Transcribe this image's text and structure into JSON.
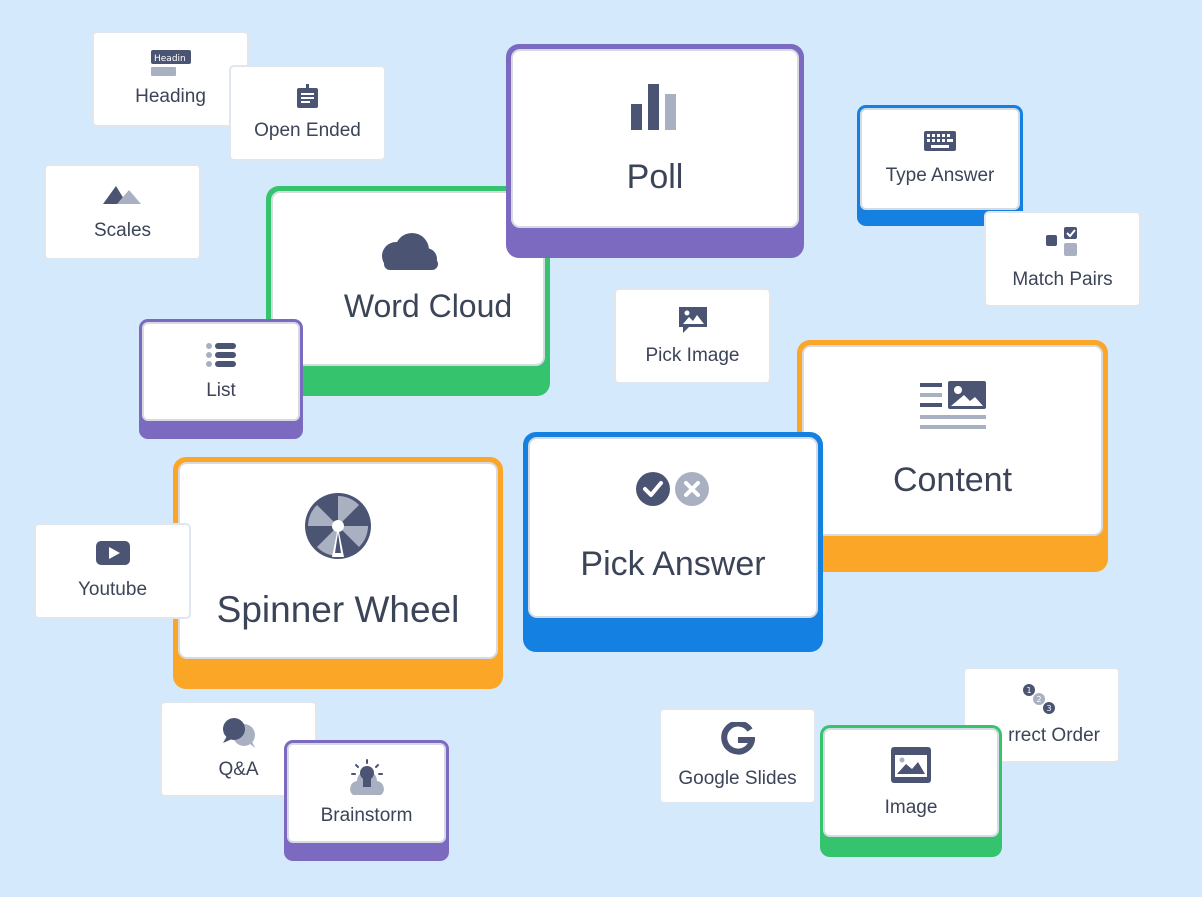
{
  "tiles": {
    "heading": "Heading",
    "heading_icon_text": "Headin",
    "open_ended": "Open Ended",
    "scales": "Scales",
    "word_cloud": "Word Cloud",
    "poll": "Poll",
    "type_answer": "Type Answer",
    "match_pairs": "Match Pairs",
    "list": "List",
    "pick_image": "Pick Image",
    "content": "Content",
    "pick_answer": "Pick Answer",
    "spinner_wheel": "Spinner Wheel",
    "youtube": "Youtube",
    "qa": "Q&A",
    "brainstorm": "Brainstorm",
    "google_slides": "Google Slides",
    "correct_order": "rrect Order",
    "image": "Image"
  },
  "icons": {
    "heading": "heading-icon",
    "open_ended": "open-ended-icon",
    "scales": "mountain-icon",
    "word_cloud": "cloud-icon",
    "poll": "bar-chart-icon",
    "type_answer": "keyboard-icon",
    "match_pairs": "match-pairs-icon",
    "list": "list-icon",
    "pick_image": "image-chat-icon",
    "content": "content-icon",
    "pick_answer": "check-cross-icon",
    "spinner_wheel": "spinner-wheel-icon",
    "youtube": "youtube-icon",
    "qa": "speech-bubbles-icon",
    "brainstorm": "lightbulb-icon",
    "google_slides": "google-icon",
    "correct_order": "numbered-order-icon",
    "image": "image-icon"
  },
  "colors": {
    "background": "#d4e9fc",
    "green": "#35c36d",
    "purple": "#7b6ac0",
    "blue": "#1481e2",
    "orange": "#fba626",
    "icon": "#4b5573"
  }
}
